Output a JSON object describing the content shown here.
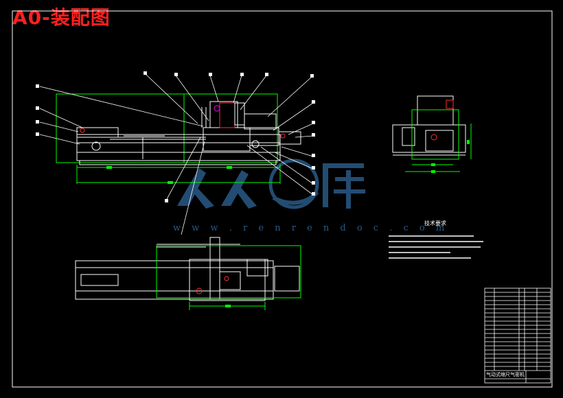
{
  "drawing": {
    "title": "A0-装配图",
    "watermark_url": "w w w . r e n r e n d o c . c o m",
    "notes_heading": "技术要求",
    "title_block_name": "气动式缩尺气密机"
  },
  "colors": {
    "background": "#000000",
    "outline": "#ffffff",
    "dimension": "#00ff00",
    "accent": "#ff3030",
    "magenta": "#ff00ff",
    "watermark": "#2a5a86"
  }
}
